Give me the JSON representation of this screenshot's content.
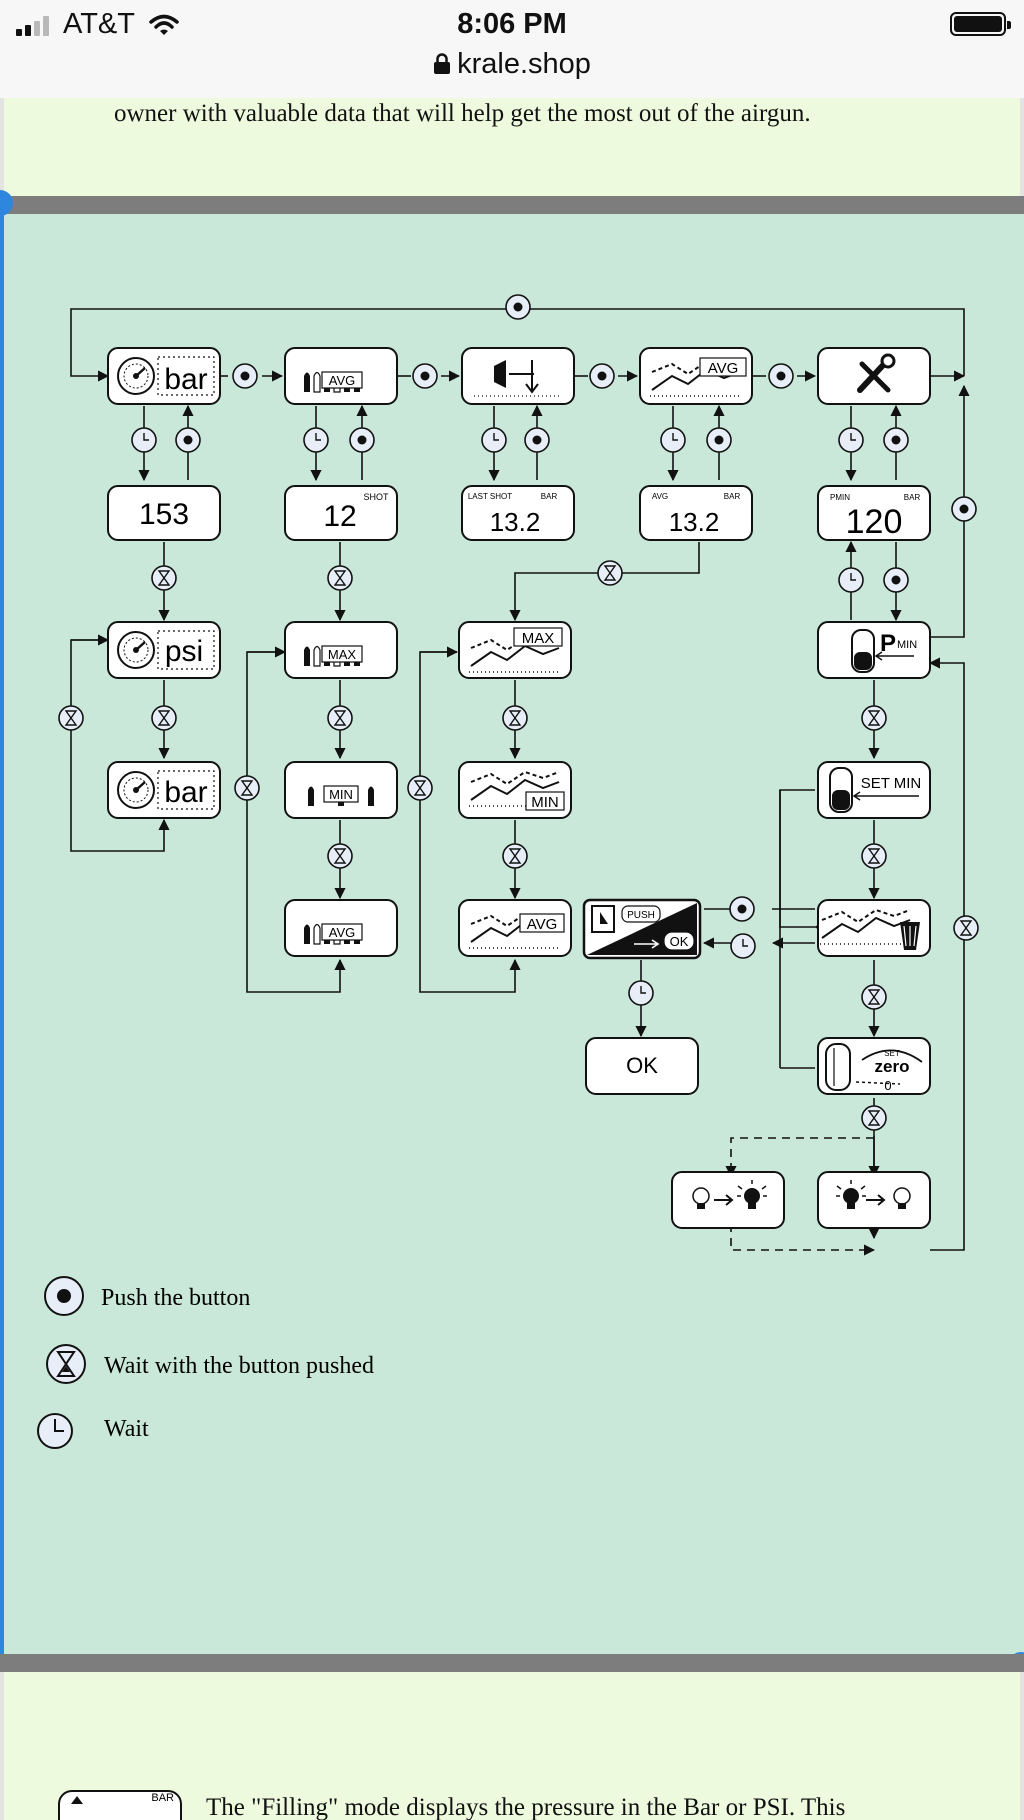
{
  "status_bar": {
    "carrier": "AT&T",
    "time": "8:06 PM",
    "url": "krale.shop"
  },
  "intro_text": "owner with valuable data that will help get the most out of the airgun.",
  "diagram": {
    "readouts": {
      "pressure": "153",
      "shots": "12",
      "shots_unit": "SHOT",
      "last_shot_label": "LAST SHOT",
      "last_shot_unit": "BAR",
      "last_shot_value": "13.2",
      "avg_label": "AVG",
      "avg_unit": "BAR",
      "avg_value": "13.2",
      "pmin_label": "PMIN",
      "pmin_unit": "BAR",
      "pmin_value": "120",
      "ok_result": "OK"
    },
    "icon_labels": {
      "bar": "bar",
      "psi": "psi",
      "avg": "AVG",
      "max": "MAX",
      "min": "MIN",
      "p": "P",
      "p_min": "MIN",
      "set_min": "SET MIN",
      "push": "PUSH",
      "ok": "OK",
      "set": "SET",
      "zero": "zero",
      "zero_digit": "0"
    }
  },
  "legend": [
    {
      "icon": "push-button-icon",
      "text": "Push the button"
    },
    {
      "icon": "hourglass-icon",
      "text": "Wait with the button pushed"
    },
    {
      "icon": "clock-icon",
      "text": "Wait"
    }
  ],
  "bottom": {
    "text": "The \"Filling\" mode displays the pressure in the Bar or PSI. This",
    "mini_unit": "BAR"
  },
  "colors": {
    "diagram_bg": "#cae8da",
    "band_bg": "#eefadd",
    "accent": "#2e86de"
  }
}
